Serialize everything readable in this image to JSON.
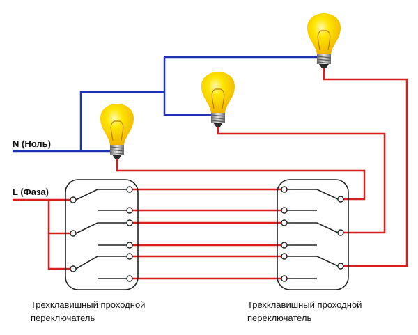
{
  "labels": {
    "neutral": "N (Ноль)",
    "phase": "L (Фаза)",
    "left_switch_caption": "Трехклавишный проходной переключатель",
    "right_switch_caption": "Трехклавишный проходной переключатель"
  },
  "colors": {
    "neutral_wire": "#1f32b4",
    "live_wire": "#d91e1e",
    "bulb_glass": "#ffd800",
    "bulb_base": "#9a9a9a",
    "switch_outline": "#222222"
  },
  "icons": [
    "light-bulb-icon",
    "three-gang-pass-through-switch"
  ]
}
